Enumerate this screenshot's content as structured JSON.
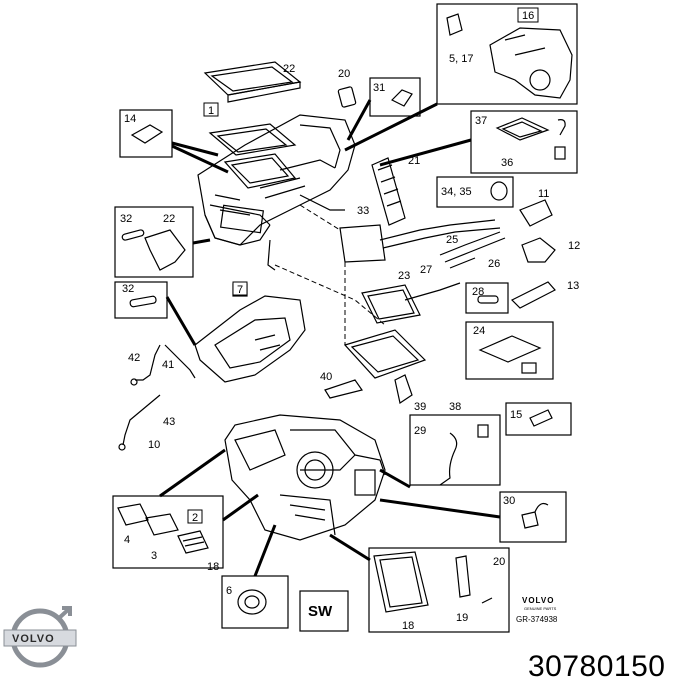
{
  "callouts": {
    "c1": "1",
    "c2": "2",
    "c3": "3",
    "c4": "4",
    "c5_17": "5, 17",
    "c6": "6",
    "c7": "7",
    "c10": "10",
    "c11": "11",
    "c12": "12",
    "c13": "13",
    "c14": "14",
    "c15": "15",
    "c16": "16",
    "c18a": "18",
    "c18b": "18",
    "c19": "19",
    "c20a": "20",
    "c20b": "20",
    "c21": "21",
    "c22a": "22",
    "c22b": "22",
    "c23": "23",
    "c24": "24",
    "c25": "25",
    "c26": "26",
    "c27": "27",
    "c28": "28",
    "c29": "29",
    "c30": "30",
    "c31": "31",
    "c32a": "32",
    "c32b": "32",
    "c33": "33",
    "c34_35": "34, 35",
    "c36": "36",
    "c37": "37",
    "c38": "38",
    "c39": "39",
    "c40": "40",
    "c41": "41",
    "c42": "42",
    "c43": "43"
  },
  "sw_label": "SW",
  "brand_small": "VOLVO",
  "brand_small_sub": "GENUINE PARTS",
  "reference": "GR-374938",
  "logo_text": "VOLVO",
  "part_number": "30780150"
}
